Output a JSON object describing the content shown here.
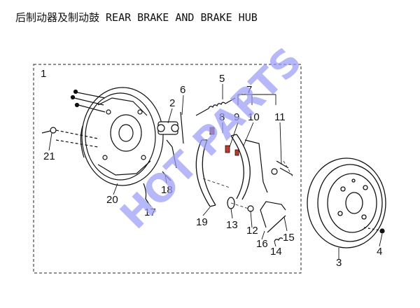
{
  "title": "后制动器及制动鼓 REAR BRAKE AND BRAKE HUB",
  "watermark": "HOT PARTS",
  "group_label": "1",
  "callouts": [
    "2",
    "3",
    "4",
    "5",
    "6",
    "7",
    "8",
    "9",
    "10",
    "11",
    "12",
    "13",
    "14",
    "15",
    "16",
    "17",
    "18",
    "19",
    "20",
    "21"
  ],
  "colors": {
    "line": "#111111",
    "watermark": "#8a8ff5",
    "accent_red": "#c0392b"
  }
}
